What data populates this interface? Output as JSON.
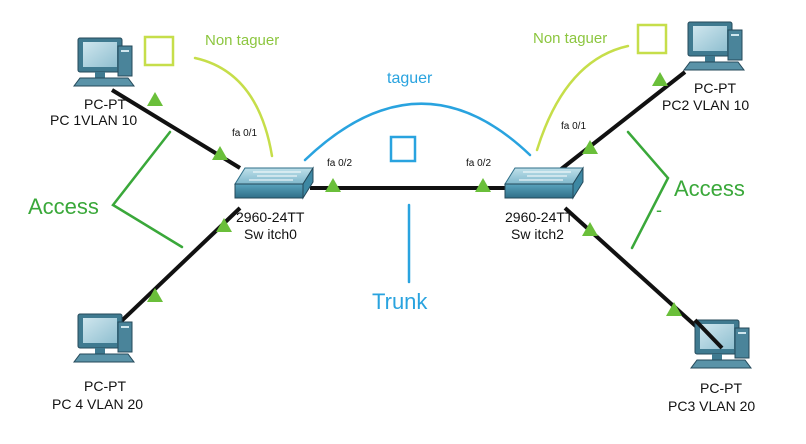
{
  "devices": {
    "pc1": {
      "type": "PC-PT",
      "name": "PC 1VLAN 10"
    },
    "pc2": {
      "type": "PC-PT",
      "name": "PC2  VLAN 10"
    },
    "pc3": {
      "type": "PC-PT",
      "name": "PC3  VLAN 20"
    },
    "pc4": {
      "type": "PC-PT",
      "name": "PC 4 VLAN 20"
    },
    "switch0": {
      "model": "2960-24TT",
      "name": "Sw itch0"
    },
    "switch2": {
      "model": "2960-24TT",
      "name": "Sw itch2"
    }
  },
  "ports": {
    "sw0_fa01": "fa 0/1",
    "sw0_fa02": "fa 0/2",
    "sw2_fa02": "fa 0/2",
    "sw2_fa01": "fa 0/1"
  },
  "annotations": {
    "non_tagged_left": "Non taguer",
    "non_tagged_right": "Non taguer",
    "tagged": "taguer",
    "access_left": "Access",
    "access_right": "Access",
    "trunk": "Trunk",
    "dash_mark": "-"
  },
  "colors": {
    "link": "#111111",
    "link_indicator": "#6abf3a",
    "access_annotation": "#3aa83a",
    "untagged_annotation": "#8cc63f",
    "trunk_annotation": "#29a3df",
    "switch_body": "#4f9ab5",
    "pc_body": "#4a7f95"
  }
}
